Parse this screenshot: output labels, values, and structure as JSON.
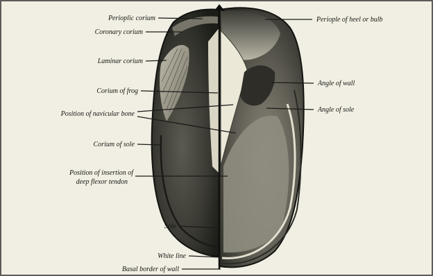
{
  "labels_left": {
    "perioplic_corium": "Perioplic corium",
    "coronary_corium": "Coronary corium",
    "laminar_corium": "Laminar corium",
    "corium_of_frog": "Corium of frog",
    "position_of_navicular_bone": "Position of navicular bone",
    "corium_of_sole": "Corium of sole",
    "position_of_insertion_line1": "Position of insertion of",
    "position_of_insertion_line2": "deep flexor tendon",
    "sole": "Sole",
    "white_line": "White line",
    "basal_border_of_wall": "Basal border of wall"
  },
  "labels_right": {
    "periople_of_heel": "Periople of heel or bulb",
    "angle_of_wall": "Angle of wall",
    "angle_of_sole": "Angle of sole"
  },
  "colors": {
    "background": "#f1efe3",
    "ink": "#1a1a1a"
  }
}
